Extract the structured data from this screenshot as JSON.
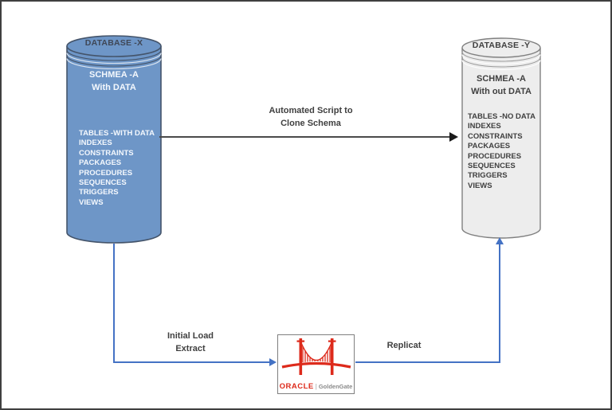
{
  "diagram": {
    "database_x": {
      "title": "DATABASE -X",
      "schema_line1": "SCHMEA -A",
      "schema_line2": "With DATA",
      "items": [
        "TABLES -WITH DATA",
        "INDEXES",
        "CONSTRAINTS",
        "PACKAGES",
        "PROCEDURES",
        "SEQUENCES",
        "TRIGGERS",
        "VIEWS"
      ]
    },
    "database_y": {
      "title": "DATABASE -Y",
      "schema_line1": "SCHMEA -A",
      "schema_line2": "With out DATA",
      "items": [
        "TABLES -NO DATA",
        "INDEXES",
        "CONSTRAINTS",
        "PACKAGES",
        "PROCEDURES",
        "SEQUENCES",
        "TRIGGERS",
        "VIEWS"
      ]
    },
    "flows": {
      "clone": {
        "label_line1": "Automated Script to",
        "label_line2": "Clone Schema"
      },
      "extract": {
        "label_line1": "Initial Load",
        "label_line2": "Extract"
      },
      "replicat": {
        "label": "Replicat"
      }
    },
    "goldengate": {
      "brand": "ORACLE",
      "separator": "|",
      "product": "GoldenGate"
    },
    "colors": {
      "cylinder_blue_fill": "#6E96C7",
      "cylinder_blue_border": "#44546A",
      "cylinder_gray_fill": "#EDEDED",
      "cylinder_gray_border": "#808080",
      "connector_blue": "#4472C4",
      "connector_dark": "#4A4A4A",
      "logo_red": "#DD2A1B",
      "frame": "#3F3F3F"
    }
  }
}
